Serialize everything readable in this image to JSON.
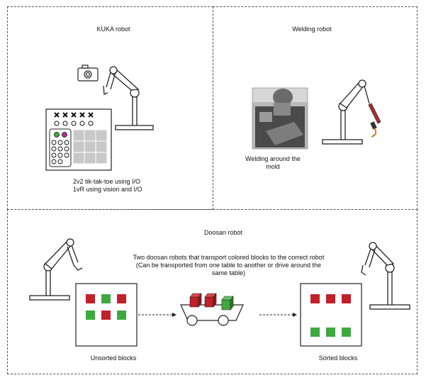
{
  "kuka": {
    "title": "KUKA robot",
    "caption_line1": "2v2 tik-tak-toe using I/O",
    "caption_line2": "1vR using vision and I/O"
  },
  "welding": {
    "title": "Welding robot",
    "caption_line1": "Welding around the",
    "caption_line2": "mold"
  },
  "doosan": {
    "title": "Doosan robot",
    "desc_line1": "Two doosan robots that transport colored blocks to the correct robot",
    "desc_line2": "(Can be transported from one table to another or drive around the",
    "desc_line3": "same table)",
    "unsorted_label": "Unsorted blocks",
    "sorted_label": "Sorted blocks"
  },
  "colors": {
    "red_block": "#c0202a",
    "green_block": "#3fa83f",
    "grid_cell": "#c8c8c8"
  }
}
